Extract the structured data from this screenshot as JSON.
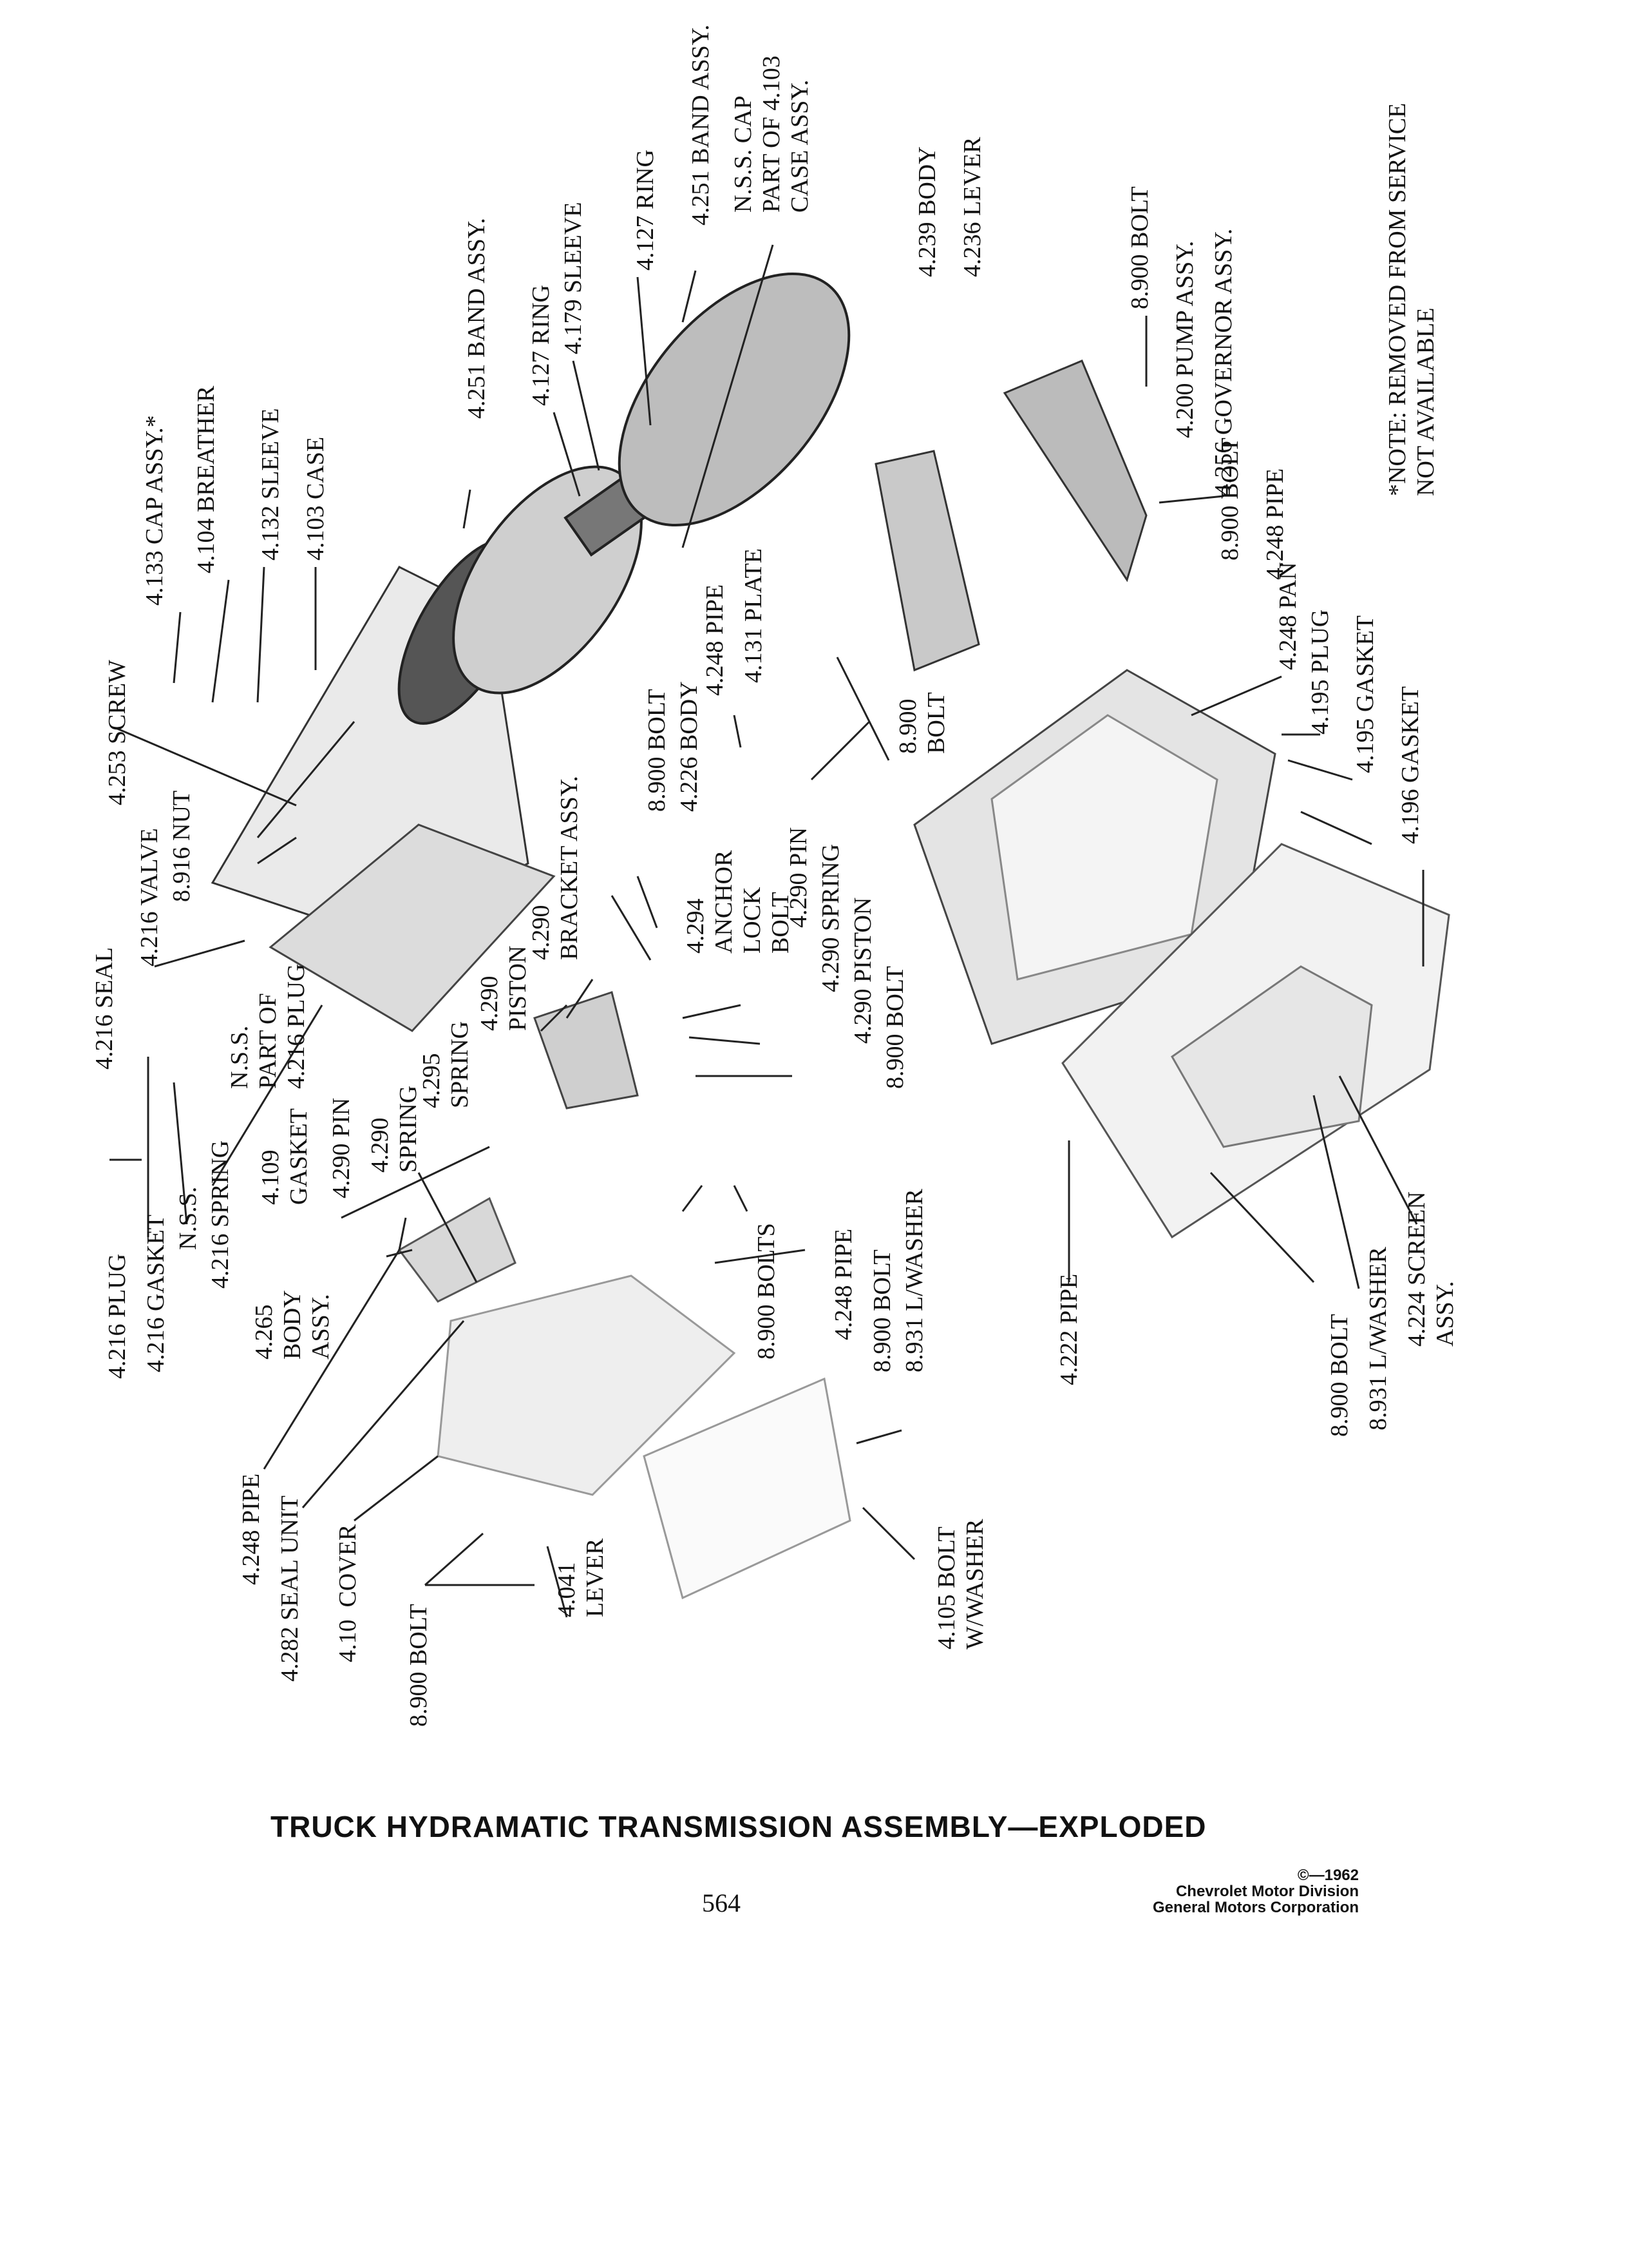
{
  "document": {
    "title": "TRUCK HYDRAMATIC TRANSMISSION ASSEMBLY—EXPLODED",
    "page_number": "564",
    "copyright": {
      "year": "©—1962",
      "division": "Chevrolet Motor Division",
      "corporation": "General Motors Corporation"
    },
    "note": "*NOTE: REMOVED FROM SERVICE\nNOT AVAILABLE"
  },
  "callouts": {
    "c4251_top": "4.251 BAND ASSY.",
    "c_nss_cap": "N.S.S. CAP\nPART OF 4.103\nCASE ASSY.",
    "c4127_ring_a": "4.127 RING",
    "c4251_band": "4.251 BAND ASSY.",
    "c4127_ring_b": "4.127 RING",
    "c4179_sleeve": "4.179 SLEEVE",
    "c4133_cap": "4.133 CAP ASSY.*",
    "c4104_breather": "4.104 BREATHER",
    "c4132_sleeve": "4.132 SLEEVE",
    "c4103_case": "4.103 CASE",
    "c4239_body": "4.239 BODY",
    "c4236_lever": "4.236 LEVER",
    "c8900_bolt_gov": "8.900 BOLT",
    "c4200_pump": "4.200 PUMP ASSY.",
    "c4256_governor": "4.256 GOVERNOR ASSY.",
    "c8900_bolt_b": "8.900 BOLT",
    "c4248_pipe_right": "4.248 PIPE",
    "c4248_pan": "4.248 PAN",
    "c4195_plug": "4.195 PLUG",
    "c4195_gasket": "4.195 GASKET",
    "c4196_gasket": "4.196 GASKET",
    "c4248_pipe_mid": "4.248 PIPE",
    "c4131_plate": "4.131 PLATE",
    "c8900_bolt_plate": "8.900\nBOLT",
    "c8900_bolt_mid": "8.900 BOLT",
    "c4226_body": "4.226 BODY",
    "c4253_screw": "4.253 SCREW",
    "c4216_valve": "4.216 VALVE",
    "c8916_nut": "8.916 NUT",
    "c_bracket": "4.290\nBRACKET ASSY.",
    "c4294_anchor": "4.294\nANCHOR\nLOCK\nBOLT",
    "c4290_pin_a": "4.290 PIN",
    "c4290_spring_a": "4.290 SPRING",
    "c4290_piston_a": "4.290 PISTON",
    "c8900_bolt_c": "8.900 BOLT",
    "c4216_seal": "4.216 SEAL",
    "c_nss_plug": "N.S.S.\nPART OF\n4.216 PLUG",
    "c4290_piston_b": "4.290\nPISTON",
    "c4295_spring": "4.295\nSPRING",
    "c4290_pin_b": "4.290 PIN",
    "c4290_spring_b": "4.290\nSPRING",
    "c4109_gasket": "4.109\nGASKET",
    "c4216_plug": "4.216 PLUG",
    "c4216_gasket": "4.216 GASKET",
    "c_nss": "N.S.S.",
    "c4216_spring": "4.216 SPRING",
    "c4265_body": "4.265\nBODY\nASSY.",
    "c8900_bolts": "8.900 BOLTS",
    "c4248_pipe_c": "4.248 PIPE",
    "c8900_bolt_d": "8.900 BOLT",
    "c8931_washer_a": "8.931 L/WASHER",
    "c4222_pipe": "4.222 PIPE",
    "c8900_bolt_e": "8.900 BOLT",
    "c8931_washer_b": "8.931 L/WASHER",
    "c4224_screen": "4.224 SCREEN\nASSY.",
    "c4248_pipe_d": "4.248 PIPE",
    "c4282_seal": "4.282 SEAL UNIT",
    "c410_cover": "4.10  COVER",
    "c8900_bolt_f": "8.900 BOLT",
    "c4041_lever": "4.041\nLEVER",
    "c4105_bolt": "4.105 BOLT\nW/WASHER"
  }
}
